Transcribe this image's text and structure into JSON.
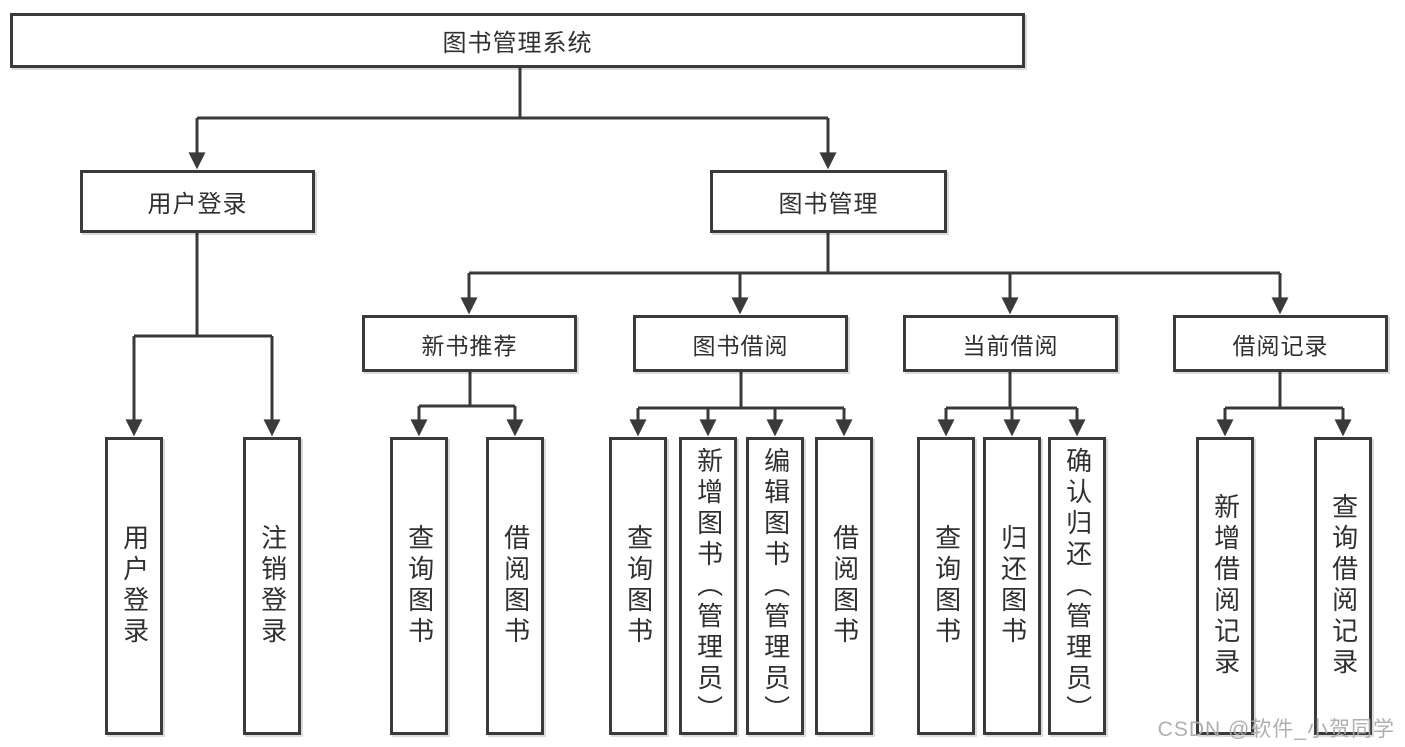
{
  "tree": {
    "root": {
      "label": "图书管理系统",
      "children": [
        {
          "label": "用户登录",
          "children": [
            {
              "label": "用户登录"
            },
            {
              "label": "注销登录"
            }
          ]
        },
        {
          "label": "图书管理",
          "children": [
            {
              "label": "新书推荐",
              "children": [
                {
                  "label": "查询图书"
                },
                {
                  "label": "借阅图书"
                }
              ]
            },
            {
              "label": "图书借阅",
              "children": [
                {
                  "label": "查询图书"
                },
                {
                  "label": "新增图书（管理员）"
                },
                {
                  "label": "编辑图书（管理员）"
                },
                {
                  "label": "借阅图书"
                }
              ]
            },
            {
              "label": "当前借阅",
              "children": [
                {
                  "label": "查询图书"
                },
                {
                  "label": "归还图书"
                },
                {
                  "label": "确认归还（管理员）"
                }
              ]
            },
            {
              "label": "借阅记录",
              "children": [
                {
                  "label": "新增借阅记录"
                },
                {
                  "label": "查询借阅记录"
                }
              ]
            }
          ]
        }
      ]
    }
  },
  "watermark": {
    "text": "CSDN @软件_小贺同学"
  },
  "colors": {
    "line": "#3a3a3a",
    "text": "#303030",
    "watermark": "#ababab",
    "background": "#ffffff"
  }
}
